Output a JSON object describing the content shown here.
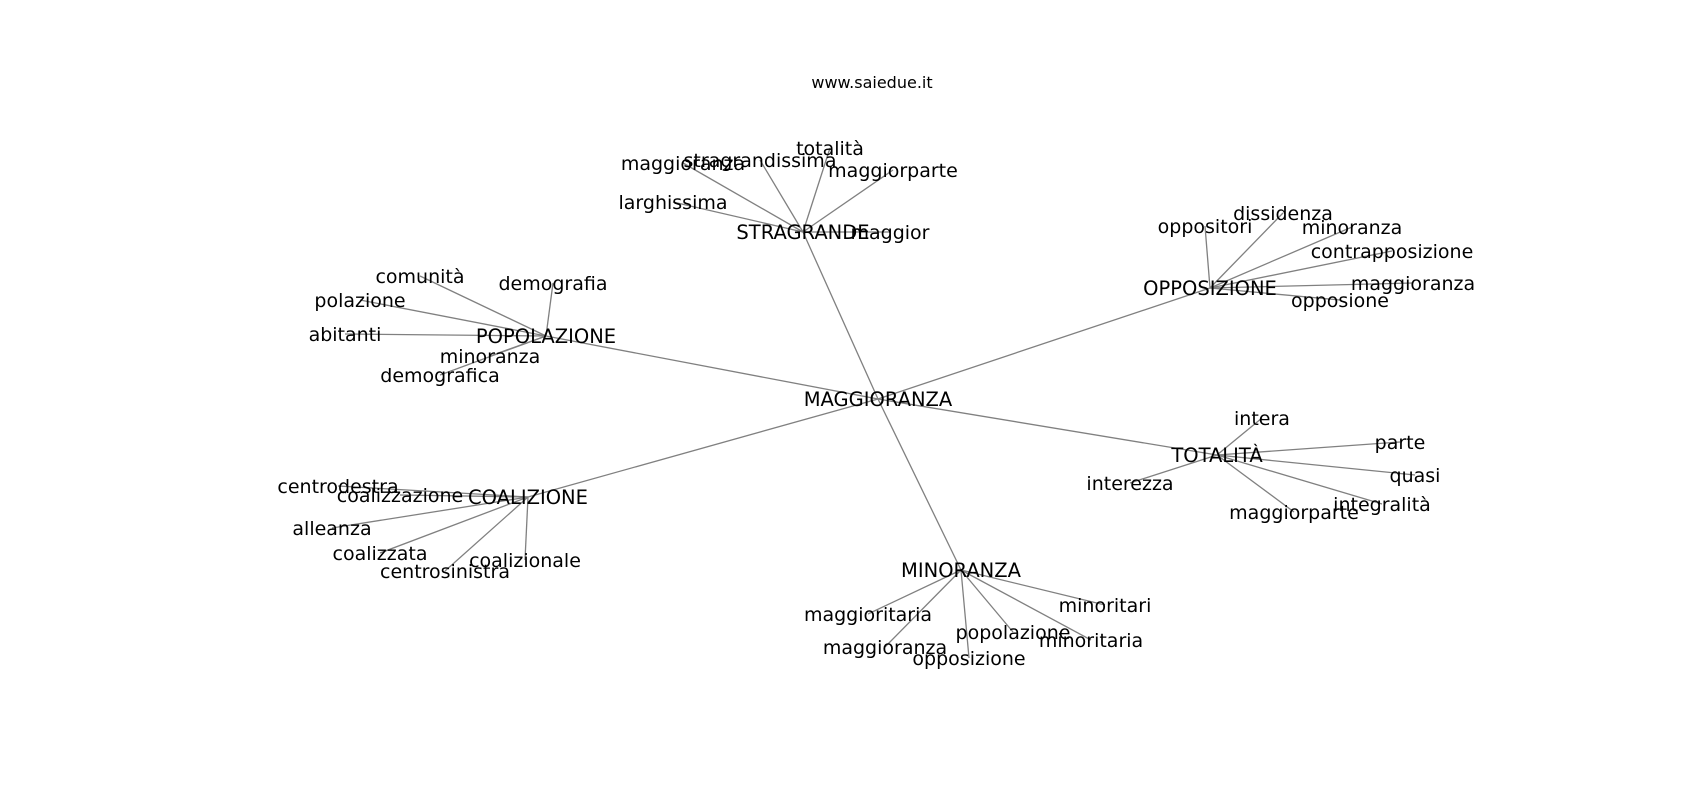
{
  "site": "www.saiedue.it",
  "root": "MAGGIORANZA",
  "hubs": [
    {
      "id": "stragrande",
      "label": "STRAGRANDE",
      "leaves": [
        "stragrandissima",
        "totalità",
        "maggioranza",
        "maggiorparte",
        "larghissima",
        "maggior"
      ]
    },
    {
      "id": "opposizione",
      "label": "OPPOSIZIONE",
      "leaves": [
        "dissidenza",
        "oppositori",
        "minoranza",
        "contrapposizione",
        "maggioranza",
        "opposione"
      ]
    },
    {
      "id": "popolazione",
      "label": "POPOLAZIONE",
      "leaves": [
        "comunità",
        "demografia",
        "polazione",
        "abitanti",
        "minoranza",
        "demografica"
      ]
    },
    {
      "id": "totalita",
      "label": "TOTALITÀ",
      "leaves": [
        "intera",
        "parte",
        "interezza",
        "quasi",
        "integralità",
        "maggiorparte"
      ]
    },
    {
      "id": "coalizione",
      "label": "COALIZIONE",
      "leaves": [
        "centrodestra",
        "coalizzazione",
        "alleanza",
        "coalizzata",
        "coalizionale",
        "centrosinistra"
      ]
    },
    {
      "id": "minoranza",
      "label": "MINORANZA",
      "leaves": [
        "minoritari",
        "maggioritaria",
        "popolazione",
        "minoritaria",
        "maggioranza",
        "opposizione"
      ]
    }
  ]
}
